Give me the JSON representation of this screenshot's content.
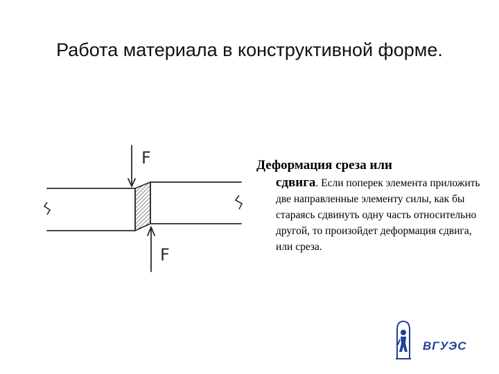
{
  "slide": {
    "title": "Работа материала в конструктивной форме."
  },
  "diagram": {
    "force_top_label": "F",
    "force_bottom_label": "F"
  },
  "text": {
    "lead_part1": "Деформация среза или",
    "lead_part2": "сдвига",
    "body": ". Если поперек элемента приложить две направленные элементу силы, как бы стараясь сдвинуть одну часть относительно другой, то произойдет деформация сдвига, или среза."
  },
  "logo": {
    "text": "ВГУЭС"
  },
  "colors": {
    "ink": "#2a2a2a",
    "logo_blue": "#1f3f9a",
    "hatch": "#555555"
  }
}
